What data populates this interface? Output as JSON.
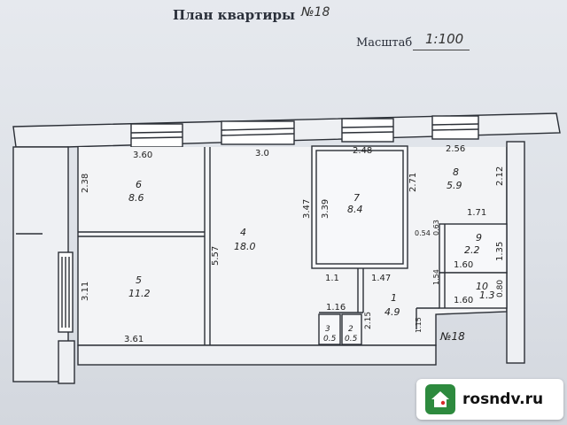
{
  "header": {
    "title": "План квартиры",
    "apartment_number": "№18",
    "scale_label": "Масштаб",
    "scale_value": "1:100"
  },
  "plan": {
    "rooms": [
      {
        "id": "6",
        "number": "6",
        "area": "8.6"
      },
      {
        "id": "7",
        "number": "7",
        "area": "8.4"
      },
      {
        "id": "8",
        "number": "8",
        "area": "5.9"
      },
      {
        "id": "4",
        "number": "4",
        "area": "18.0"
      },
      {
        "id": "9",
        "number": "9",
        "area": "2.2"
      },
      {
        "id": "5",
        "number": "5",
        "area": "11.2"
      },
      {
        "id": "1",
        "number": "1",
        "area": "4.9"
      },
      {
        "id": "10",
        "number": "10",
        "area": "1.3"
      },
      {
        "id": "3",
        "number": "3",
        "area": "0.5"
      },
      {
        "id": "2",
        "number": "2",
        "area": "0.5"
      }
    ],
    "dimensions": [
      "3.60",
      "3.0",
      "2.48",
      "2.56",
      "2.38",
      "3.47",
      "3.39",
      "2.71",
      "2.12",
      "1.71",
      "0.63",
      "0.54",
      "1.35",
      "1.60",
      "5.57",
      "1.1",
      "1.47",
      "1.54",
      "1.16",
      "2.15",
      "1.60",
      "0.80",
      "1.15",
      "3.11",
      "3.61"
    ],
    "entrance_label": "№18"
  },
  "watermark": {
    "text": "rosndv.ru",
    "icon": "house-icon",
    "accent": "#2d8a3e"
  }
}
